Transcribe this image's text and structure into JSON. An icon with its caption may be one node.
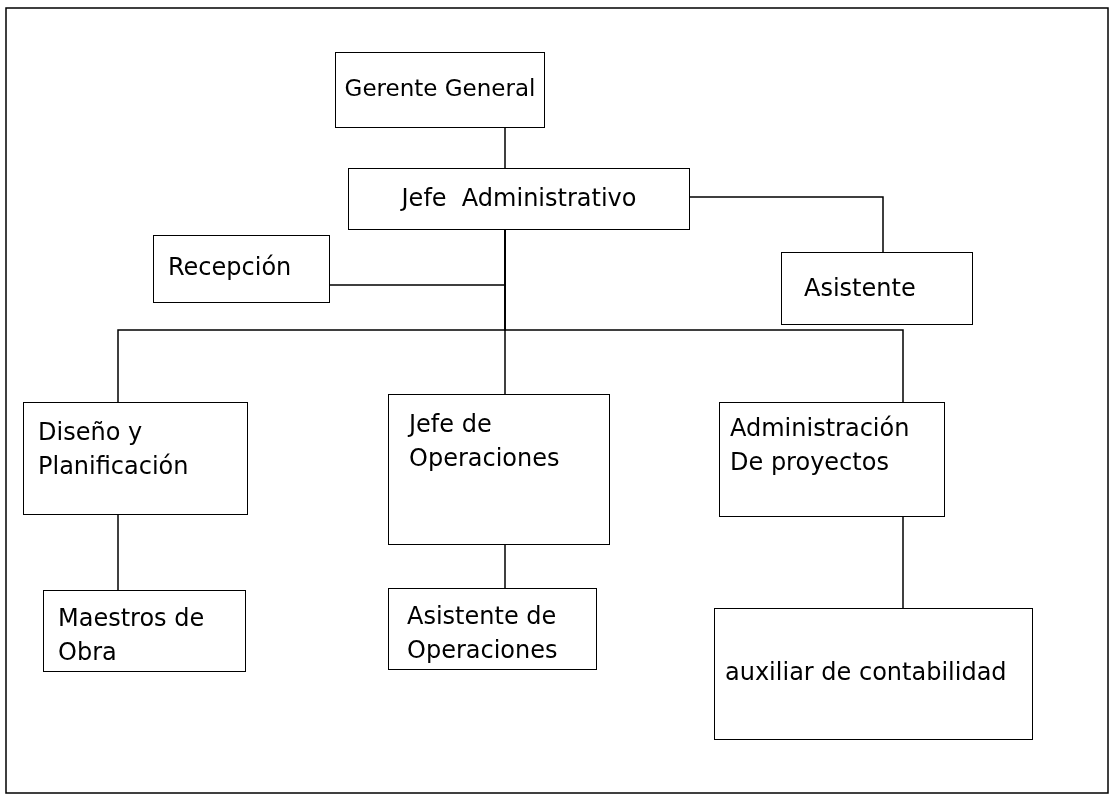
{
  "diagram": {
    "nodes": [
      {
        "text": [
          "Gerente General"
        ]
      },
      {
        "text": [
          "Jefe  Administrativo"
        ]
      },
      {
        "text": [
          "Recepción"
        ]
      },
      {
        "text": [
          "Asistente"
        ]
      },
      {
        "text": [
          "Diseño y Planificación"
        ]
      },
      {
        "text": [
          "Jefe de Operaciones"
        ]
      },
      {
        "text": [
          "Administración De proyectos"
        ]
      },
      {
        "text": [
          "Maestros de Obra"
        ]
      },
      {
        "text": [
          "Asistente de Operaciones"
        ]
      },
      {
        "text": [
          "auxiliar de contabilidad"
        ]
      }
    ],
    "edges": [
      {
        "from": 0,
        "to": 1,
        "arrow": "none"
      },
      {
        "from": 1,
        "to": 3,
        "arrow": "none"
      },
      {
        "from": 1,
        "to": 2,
        "arrow": "none"
      },
      {
        "from": 1,
        "to": 4,
        "arrow": "none"
      },
      {
        "from": 1,
        "to": 5,
        "arrow": "none"
      },
      {
        "from": 1,
        "to": 6,
        "arrow": "none"
      },
      {
        "from": 4,
        "to": 7,
        "arrow": "none"
      },
      {
        "from": 5,
        "to": 8,
        "arrow": "none"
      },
      {
        "from": 6,
        "to": 9,
        "arrow": "none"
      }
    ]
  }
}
